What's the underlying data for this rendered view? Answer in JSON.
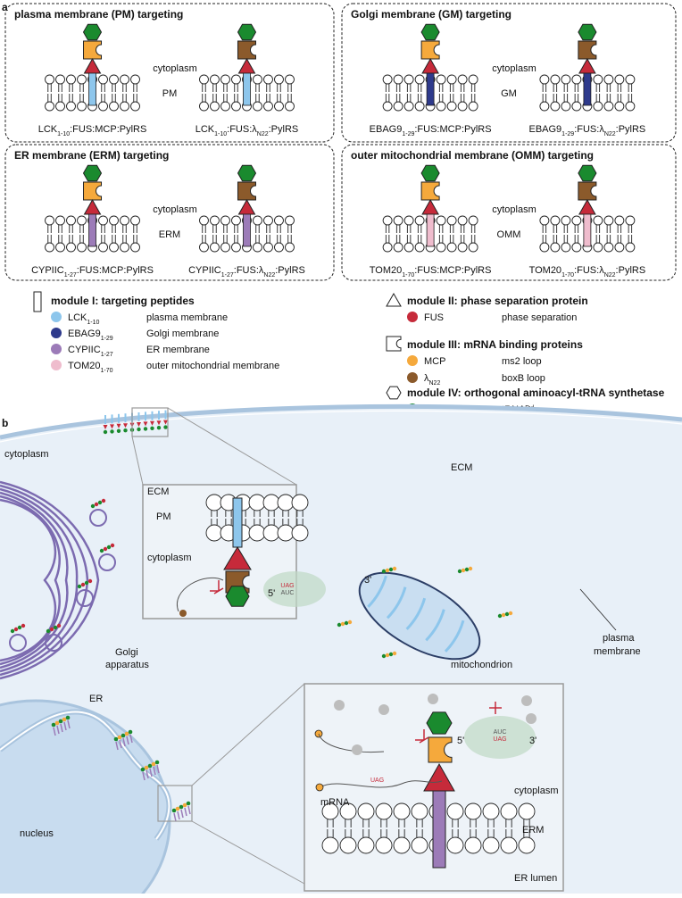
{
  "panel_a": {
    "panel_label": "a",
    "common": {
      "cytoplasm": "cytoplasm",
      "construct_suffix": ":PylRS",
      "fus": ":FUS:",
      "mcp": "MCP",
      "lambda": "λ",
      "lambda_sub": "N22"
    },
    "boxes": [
      {
        "title": "plasma membrane (PM) targeting",
        "membrane": "PM",
        "prefix": "LCK",
        "prefix_sub": "1-10",
        "helix_color": "#8dc6ec"
      },
      {
        "title": "Golgi membrane (GM) targeting",
        "membrane": "GM",
        "prefix": "EBAG9",
        "prefix_sub": "1-29",
        "helix_color": "#2e3a8c"
      },
      {
        "title": "ER membrane (ERM) targeting",
        "membrane": "ERM",
        "prefix": "CYPIIC",
        "prefix_sub": "1-27",
        "helix_color": "#9c7bb8"
      },
      {
        "title": "outer mitochondrial membrane (OMM) targeting",
        "membrane": "OMM",
        "prefix": "TOM20",
        "prefix_sub": "1-70",
        "helix_color": "#efbccd"
      }
    ]
  },
  "legend": {
    "module1": {
      "title": "module I: targeting peptides",
      "items": [
        {
          "name": "LCK",
          "sub": "1-10",
          "desc": "plasma membrane",
          "color": "#8dc6ec"
        },
        {
          "name": "EBAG9",
          "sub": "1-29",
          "desc": "Golgi membrane",
          "color": "#2e3a8c"
        },
        {
          "name": "CYPIIC",
          "sub": "1-27",
          "desc": "ER membrane",
          "color": "#9c7bb8"
        },
        {
          "name": "TOM20",
          "sub": "1-70",
          "desc": "outer mitochondrial membrane",
          "color": "#efbccd"
        }
      ]
    },
    "module2": {
      "title": "module II: phase separation protein",
      "items": [
        {
          "name": "FUS",
          "desc": "phase separation",
          "color": "#c62a3a"
        }
      ]
    },
    "module3": {
      "title": "module III: mRNA binding proteins",
      "items": [
        {
          "name": "MCP",
          "desc": "ms2 loop",
          "color": "#f5a93c"
        },
        {
          "name": "λ",
          "sub": "N22",
          "desc": "boxB loop",
          "color": "#8b5a2b"
        }
      ]
    },
    "module4": {
      "title": "module IV: orthogonal aminoacyl-tRNA synthetase",
      "items": [
        {
          "name": "PylRS",
          "desc": "tRNA",
          "sup": "Pyl",
          "color": "#1a8a2e"
        }
      ]
    }
  },
  "panel_b": {
    "panel_label": "b",
    "cytoplasm": "cytoplasm",
    "ecm": "ECM",
    "golgi": "Golgi",
    "golgi2": "apparatus",
    "er": "ER",
    "nucleus": "nucleus",
    "mitochondrion": "mitochondrion",
    "plasma": "plasma",
    "membrane": "membrane",
    "inset1": {
      "ecm": "ECM",
      "pm": "PM",
      "cytoplasm": "cytoplasm",
      "five": "5'",
      "three": "3'",
      "codon": "UAG",
      "anticodon": "AUC"
    },
    "inset2": {
      "mrna": "mRNA",
      "uag": "UAG",
      "five": "5'",
      "three": "3'",
      "cytoplasm": "cytoplasm",
      "erm": "ERM",
      "lumen": "ER lumen",
      "codon": "UAG",
      "anticodon": "AUC"
    }
  },
  "colors": {
    "pylrs": "#1a8a2e",
    "mcp": "#f5a93c",
    "lambda": "#8b5a2b",
    "fus": "#c62a3a",
    "lck": "#8dc6ec",
    "ebag9": "#2e3a8c",
    "cypiic": "#9c7bb8",
    "tom20": "#efbccd",
    "cell": "#e8f0f8",
    "nucleus": "#c8dcef",
    "membrane": "#a9c4de",
    "golgi": "#7c6bb0",
    "trna": "#c62a3a"
  }
}
